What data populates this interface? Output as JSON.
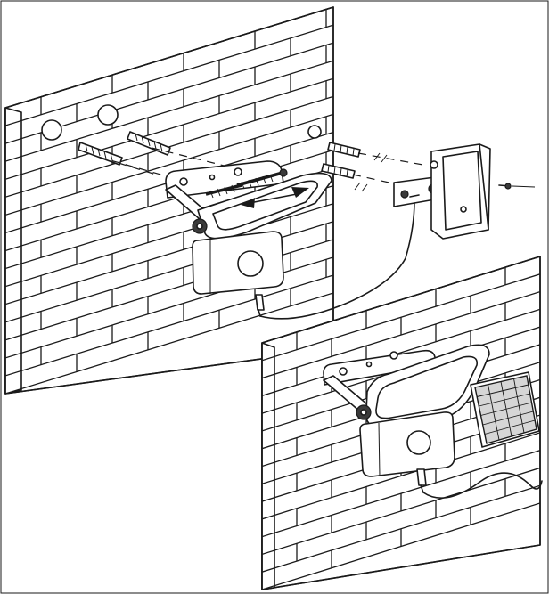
{
  "figure": {
    "kind": "installation-diagram",
    "steps": [
      {
        "id": "mount-on-wall",
        "parts": [
          "wall-drill-holes",
          "wall-plugs",
          "screws",
          "lamp-bracket",
          "solar-panel-bracket",
          "cable"
        ]
      },
      {
        "id": "assembled-result",
        "parts": [
          "flood-light",
          "motion-sensor",
          "solar-panel",
          "cable"
        ]
      }
    ],
    "colors": {
      "ink": "#1a1a1a",
      "background": "#ffffff",
      "panel_gray": "#d6d6d6",
      "sensor_dark": "#3a3a3a"
    }
  }
}
